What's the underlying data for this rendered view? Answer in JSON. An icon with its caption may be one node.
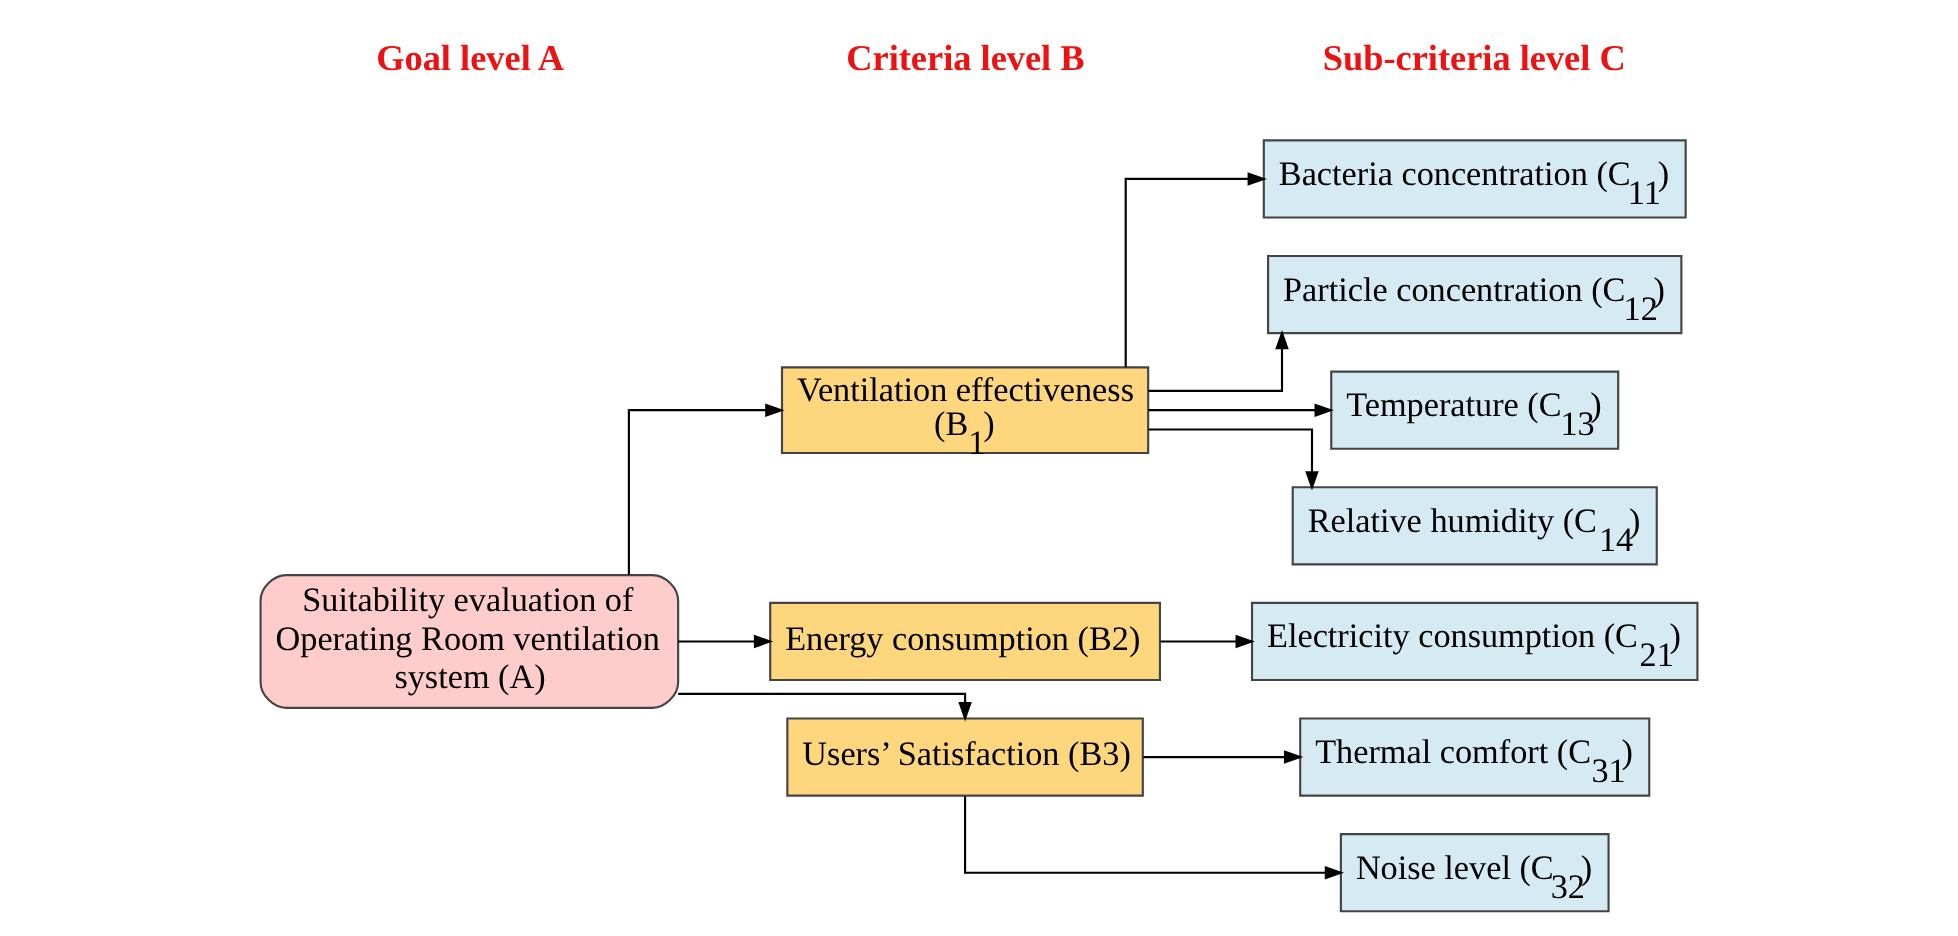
{
  "diagram": {
    "nodes": [
      {
        "text": [
          "Suitability evaluation of Operating Room ventilation system (A)"
        ]
      },
      {
        "text": [
          "Ventilation effectiveness (B$_{1}$)"
        ]
      },
      {
        "text": [
          "Energy consumption (B2)"
        ]
      },
      {
        "text": [
          "Users’ Satisfaction (B3)"
        ]
      },
      {
        "text": [
          "Bacteria concentration (C$_{11}$)"
        ]
      },
      {
        "text": [
          "Particle concentration (C$_{12}$)"
        ]
      },
      {
        "text": [
          "Temperature (C$_{13}$)"
        ]
      },
      {
        "text": [
          "Relative humidity (C$_{14}$)"
        ]
      },
      {
        "text": [
          "Electricity consumption (C$_{21}$)"
        ]
      },
      {
        "text": [
          "Thermal comfort (C$_{31}$)"
        ]
      },
      {
        "text": [
          "Noise level (C$_{32}$)"
        ]
      }
    ],
    "edges": [
      {
        "from": 0,
        "to": 1,
        "arrow": "to"
      },
      {
        "from": 0,
        "to": 2,
        "arrow": "to"
      },
      {
        "from": 0,
        "to": 3,
        "arrow": "to"
      },
      {
        "from": 1,
        "to": 4,
        "arrow": "to"
      },
      {
        "from": 1,
        "to": 5,
        "arrow": "to"
      },
      {
        "from": 1,
        "to": 6,
        "arrow": "to"
      },
      {
        "from": 1,
        "to": 7,
        "arrow": "to"
      },
      {
        "from": 2,
        "to": 8,
        "arrow": "to"
      },
      {
        "from": 3,
        "to": 9,
        "arrow": "to"
      },
      {
        "from": 3,
        "to": 10,
        "arrow": "to"
      }
    ],
    "labels": [
      "Goal level A",
      "Criteria level B",
      "Sub-criteria level C"
    ]
  }
}
